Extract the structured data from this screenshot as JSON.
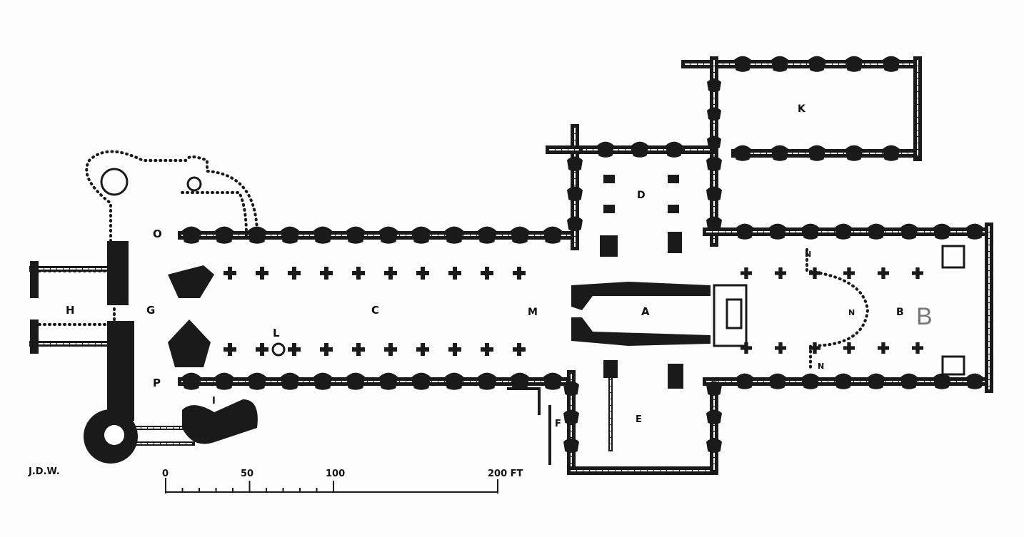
{
  "plan": {
    "labels": {
      "A": "A",
      "B": "B",
      "C": "C",
      "D": "D",
      "E": "E",
      "F": "F",
      "G": "G",
      "H": "H",
      "I": "I",
      "K": "K",
      "L": "L",
      "M": "M",
      "N1": "N",
      "N2": "N",
      "N3": "N",
      "O": "O",
      "P": "P"
    },
    "signature": "J.D.W.",
    "scale": {
      "ticks": [
        "0",
        "50",
        "100",
        "200 FT"
      ]
    }
  }
}
